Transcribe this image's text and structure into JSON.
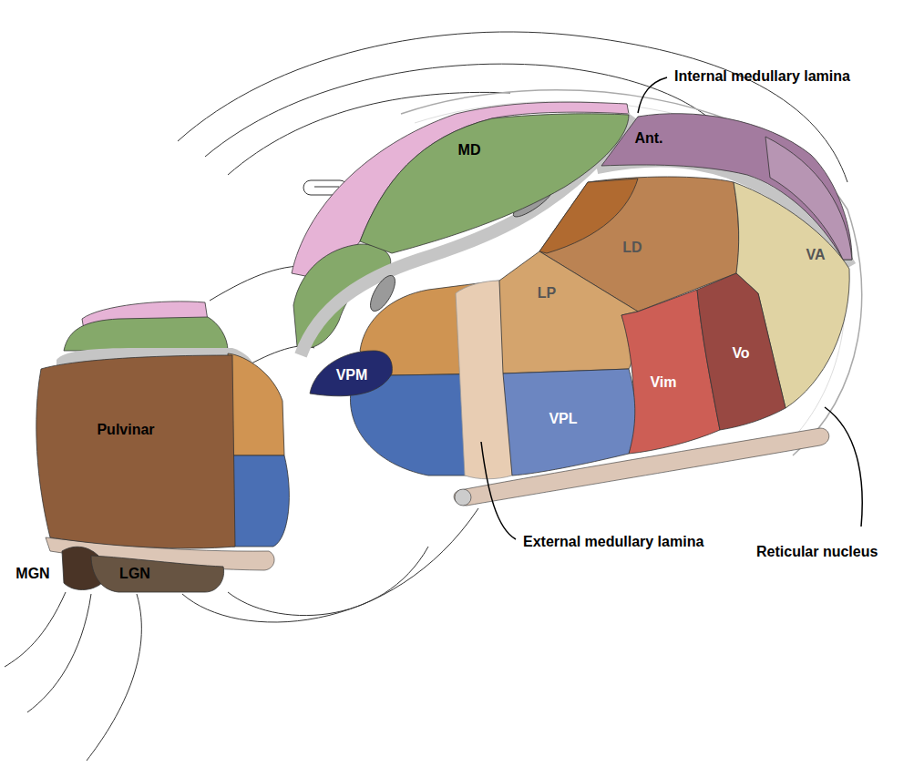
{
  "diagram": {
    "nodes": [
      {
        "text": [
          "MD"
        ]
      },
      {
        "text": [
          "Ant."
        ]
      },
      {
        "text": [
          "LD"
        ]
      },
      {
        "text": [
          "VA"
        ]
      },
      {
        "text": [
          "LP"
        ]
      },
      {
        "text": [
          "Vim"
        ]
      },
      {
        "text": [
          "Vo"
        ]
      },
      {
        "text": [
          "Pulvinar"
        ]
      },
      {
        "text": [
          "VPM"
        ]
      },
      {
        "text": [
          "VPL"
        ]
      },
      {
        "text": [
          "MGN"
        ]
      },
      {
        "text": [
          "LGN"
        ]
      }
    ],
    "labels": [
      "Internal medullary lamina",
      "External medullary lamina",
      "Reticular nucleus"
    ]
  }
}
